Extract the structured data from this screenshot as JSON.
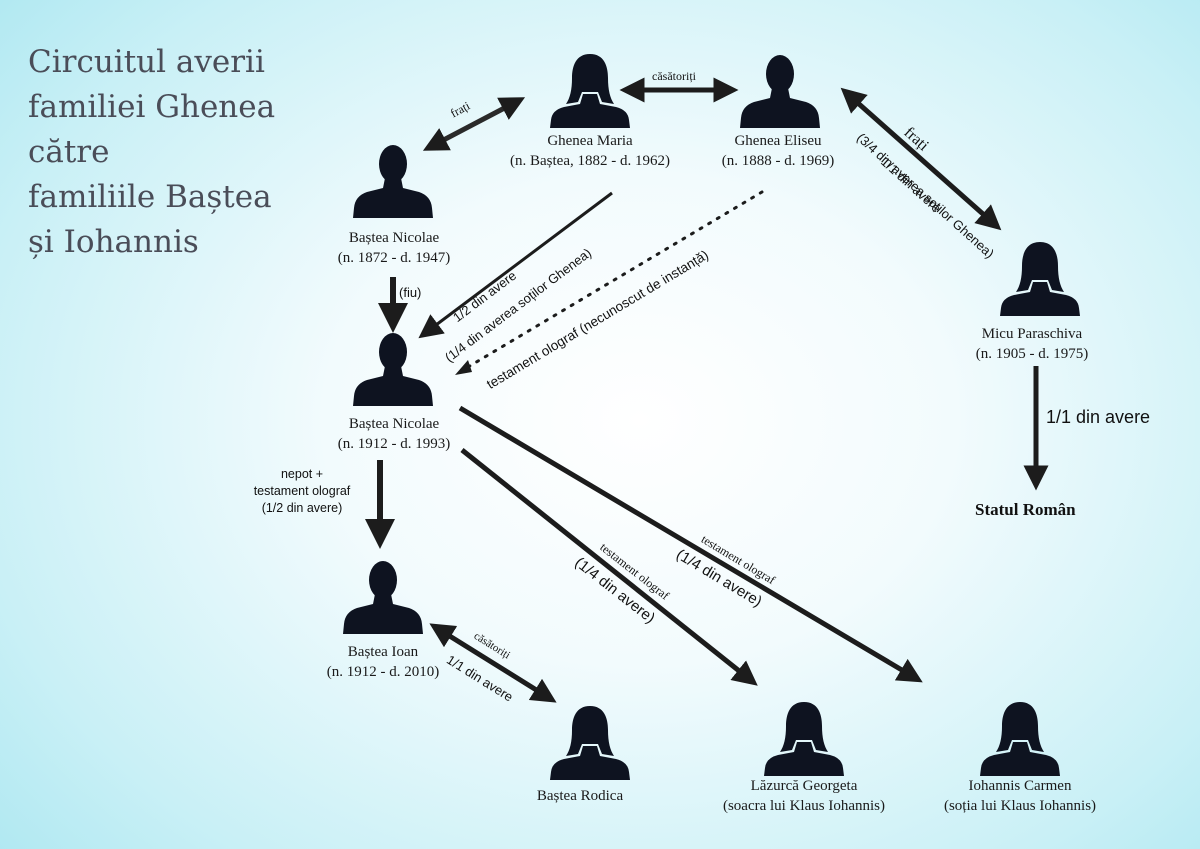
{
  "title_lines": [
    "Circuitul averii",
    "familiei Ghenea",
    "către",
    "familiile Baștea",
    "și Iohannis"
  ],
  "persons": {
    "ghenea_maria": {
      "name": "Ghenea Maria",
      "dates": "(n. Baștea, 1882 - d. 1962)"
    },
    "ghenea_eliseu": {
      "name": "Ghenea Eliseu",
      "dates": "(n. 1888 - d. 1969)"
    },
    "bastea_nicolae_1872": {
      "name": "Baștea Nicolae",
      "dates": "(n. 1872 - d. 1947)"
    },
    "micu_paraschiva": {
      "name": "Micu Paraschiva",
      "dates": "(n. 1905 - d. 1975)"
    },
    "bastea_nicolae_1912": {
      "name": "Baștea Nicolae",
      "dates": "(n. 1912 - d. 1993)"
    },
    "bastea_ioan": {
      "name": "Baștea Ioan",
      "dates": "(n. 1912 - d. 2010)"
    },
    "bastea_rodica": {
      "name": "Baștea Rodica",
      "dates": ""
    },
    "lazurca_georgeta": {
      "name": "Lăzurcă Georgeta",
      "dates": "(soacra lui Klaus Iohannis)"
    },
    "iohannis_carmen": {
      "name": "Iohannis Carmen",
      "dates": "(soția lui Klaus Iohannis)"
    }
  },
  "statul_roman": "Statul Român",
  "relations": {
    "casatoriti_top": "căsătoriți",
    "frati_left": "frați",
    "frati_right": "frați",
    "share_micu_1": "1/1 din avere",
    "share_micu_2": "(3/4 din averea soților Ghenea)",
    "fiu": "(fiu)",
    "share_nicolae_1": "1/2 din avere",
    "share_nicolae_2": "(1/4 din averea soților Ghenea)",
    "testament_dotted": "testament olograf (necunoscut de instanță)",
    "statul_share": "1/1 din avere",
    "nepot_1": "nepot +",
    "nepot_2": "testament olograf",
    "nepot_3": "(1/2 din avere)",
    "casatoriti_bottom": "căsătoriți",
    "rodica_share": "1/1 din avere",
    "lazurca_label": "testament olograf",
    "lazurca_share": "(1/4 din avere)",
    "carmen_label": "testament olograf",
    "carmen_share": "(1/4 din avere)"
  }
}
